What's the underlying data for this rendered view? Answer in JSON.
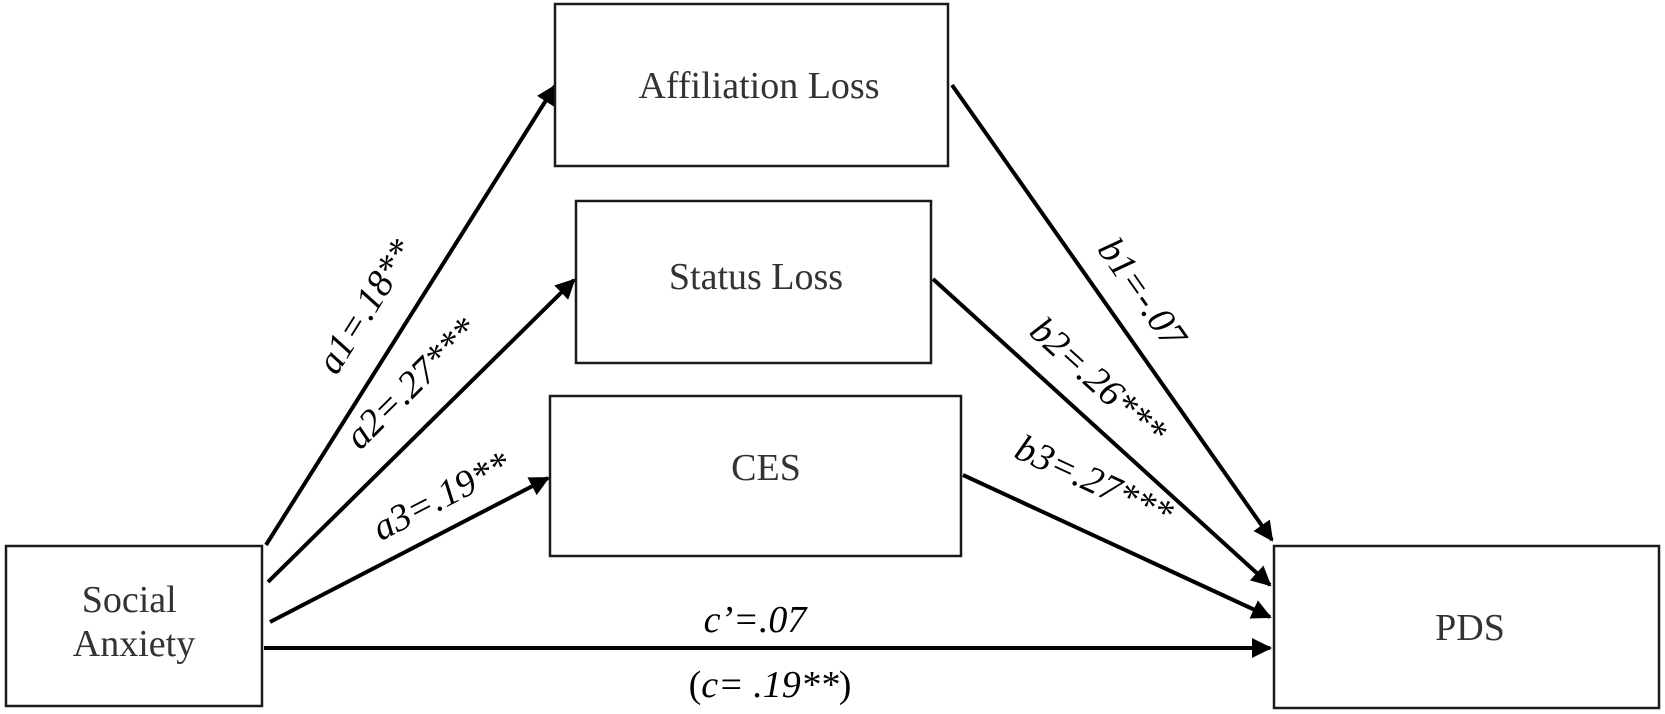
{
  "nodes": {
    "affiliation_loss": "Affiliation Loss",
    "status_loss": "Status Loss",
    "ces": "CES",
    "social_anxiety_line1": "Social",
    "social_anxiety_line2": "Anxiety",
    "pds": "PDS"
  },
  "paths": {
    "a1": "a1=.18**",
    "a2": "a2=.27***",
    "a3": "a3=.19**",
    "b1": "b1=-.07",
    "b2": "b2=.26***",
    "b3": "b3=.27***",
    "c_prime": "c’=.07",
    "c_total_open": "(",
    "c_total_italic": "c= .19**",
    "c_total_close": ")"
  },
  "colors": {
    "line": "#000000",
    "box_border": "#1a1a1a",
    "node_text": "#333333"
  }
}
